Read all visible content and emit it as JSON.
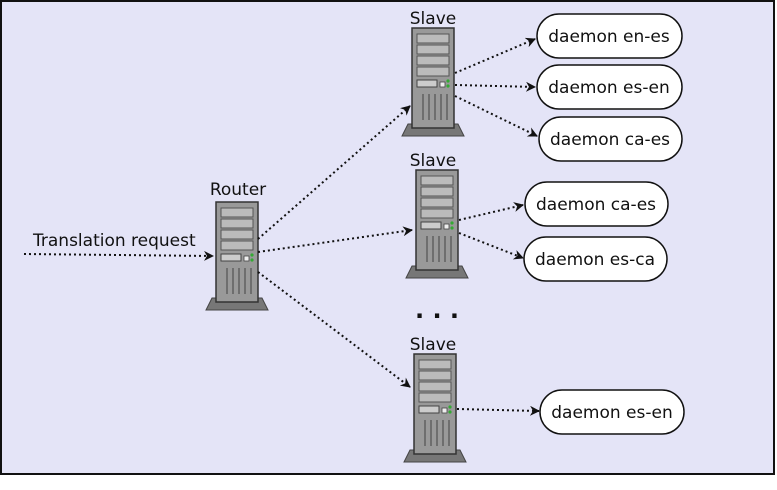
{
  "diagram": {
    "colors": {
      "background": "#e4e4f7",
      "server_body": "#999999",
      "node_fill": "#ffffff",
      "edge": "#111111"
    },
    "input_label": "Translation request",
    "router": {
      "label": "Router"
    },
    "slaves": [
      {
        "label": "Slave",
        "daemons": [
          "daemon en-es",
          "daemon es-en",
          "daemon ca-es"
        ]
      },
      {
        "label": "Slave",
        "daemons": [
          "daemon ca-es",
          "daemon es-ca"
        ]
      },
      {
        "label": "Slave",
        "daemons": [
          "daemon es-en"
        ]
      }
    ],
    "ellipsis": ". . ."
  }
}
